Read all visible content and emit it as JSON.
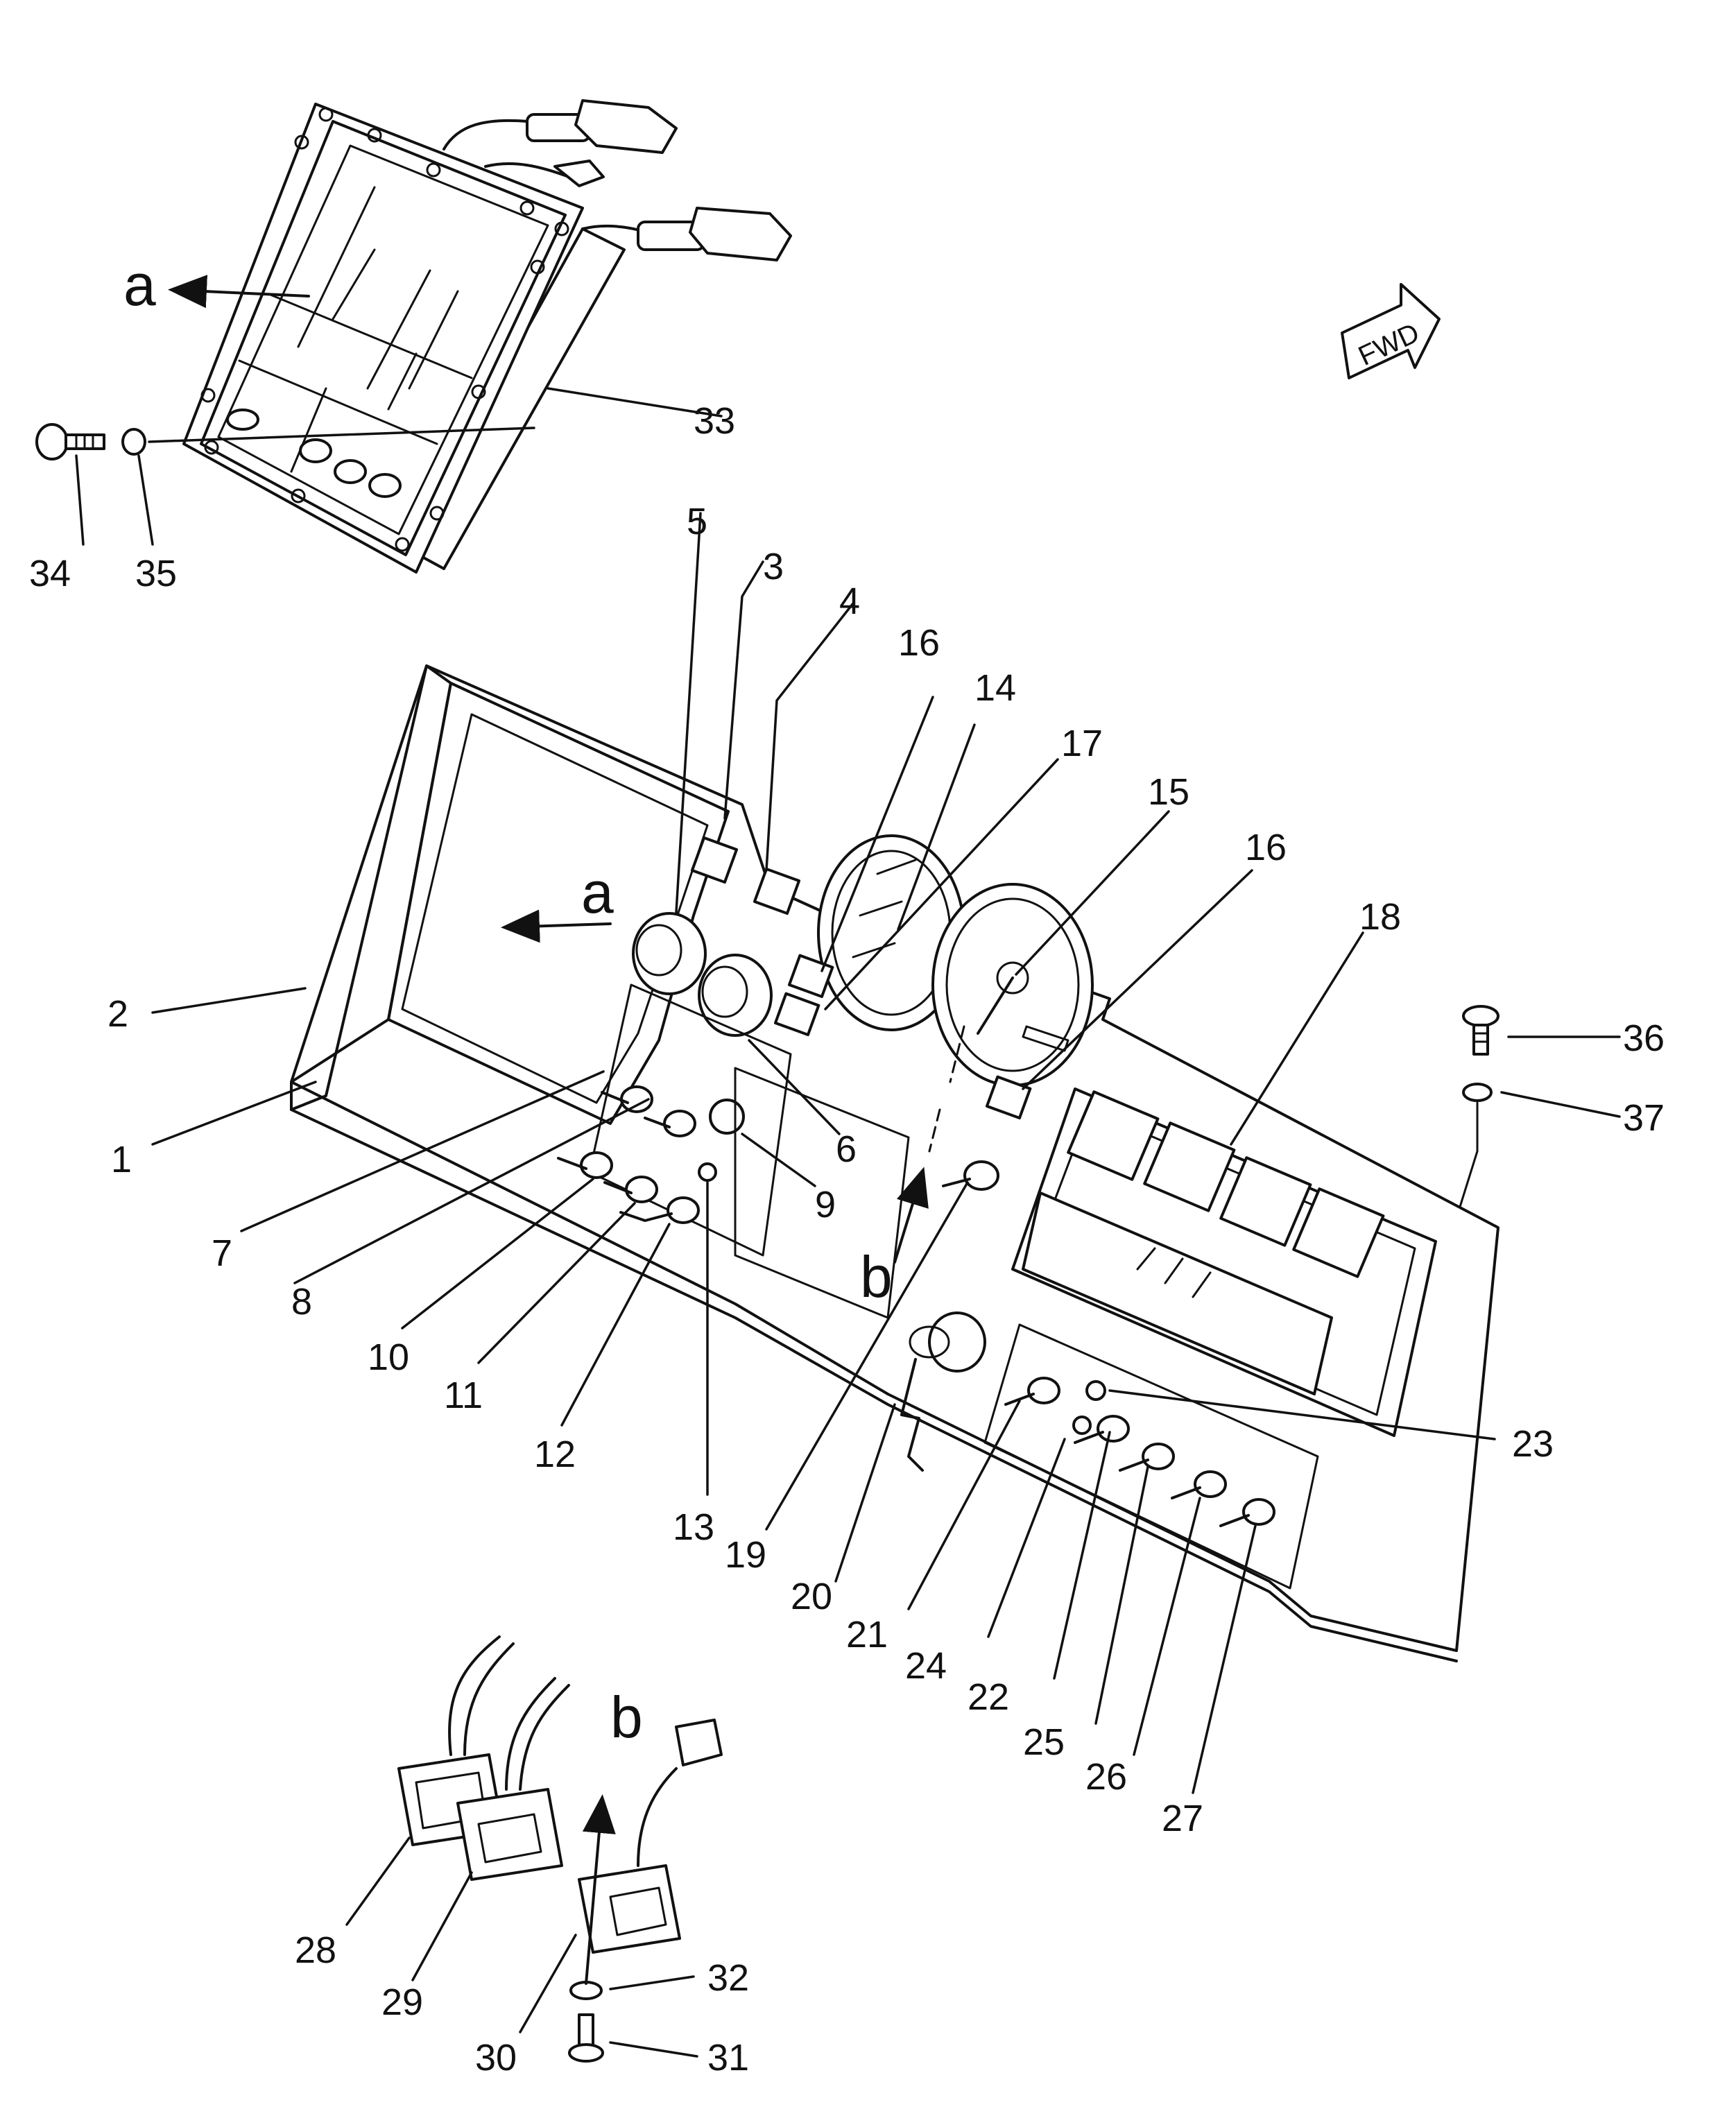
{
  "callouts": [
    "1",
    "2",
    "3",
    "4",
    "5",
    "6",
    "7",
    "8",
    "9",
    "10",
    "11",
    "12",
    "13",
    "14",
    "15",
    "16",
    "16",
    "17",
    "18",
    "19",
    "20",
    "21",
    "22",
    "23",
    "24",
    "25",
    "26",
    "27",
    "28",
    "29",
    "30",
    "31",
    "32",
    "33",
    "34",
    "35",
    "36",
    "37"
  ],
  "view_labels": {
    "a_top": "a",
    "a_panel": "a",
    "b_panel": "b",
    "b_bottom": "b"
  },
  "direction_marker": "FWD"
}
